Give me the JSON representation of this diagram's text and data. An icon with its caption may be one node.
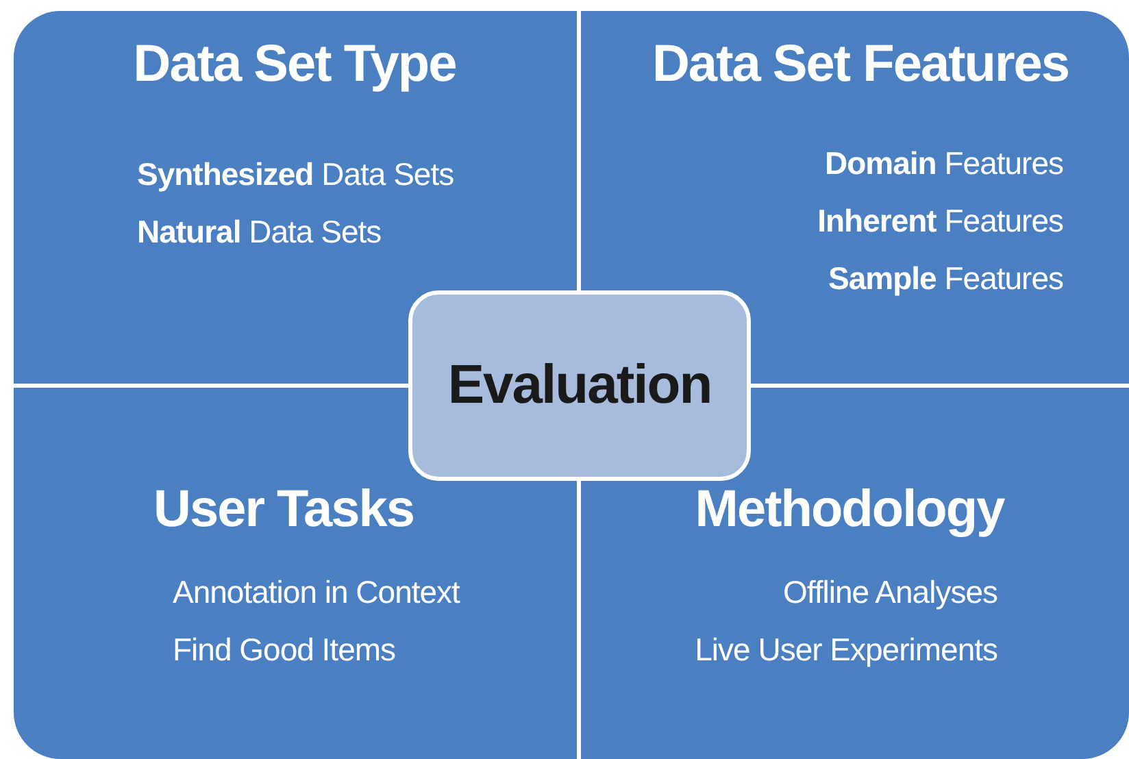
{
  "diagram": {
    "nodes": [
      {
        "text": [
          "Data Set Type",
          "**Synthesized** Data Sets",
          "**Natural** Data Sets"
        ]
      },
      {
        "text": [
          "Data Set Features",
          "**Domain** Features",
          "**Inherent** Features",
          "**Sample** Features"
        ]
      },
      {
        "text": [
          "User Tasks",
          "Annotation in Context",
          "Find Good Items"
        ]
      },
      {
        "text": [
          "Methodology",
          "Offline Analyses",
          "Live User Experiments"
        ]
      },
      {
        "text": [
          "Evaluation"
        ]
      }
    ],
    "edges": []
  }
}
